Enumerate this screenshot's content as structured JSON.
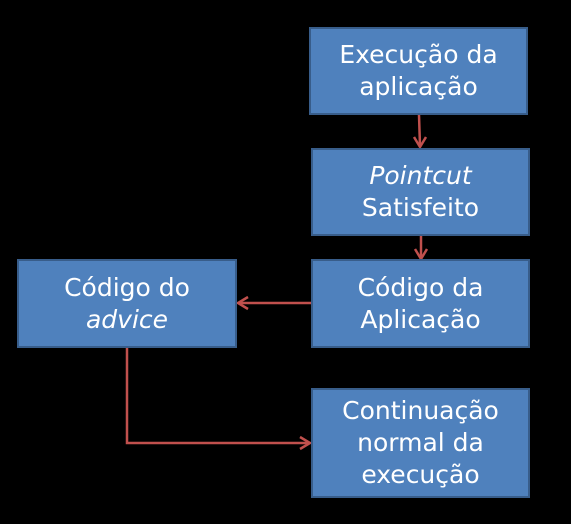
{
  "diagram": {
    "nodes": {
      "execucao": {
        "lines": [
          "Execução da",
          "aplicação"
        ]
      },
      "pointcut": {
        "line1": "Pointcut",
        "line2": "Satisfeito"
      },
      "codigo_aplicacao": {
        "lines": [
          "Código da",
          "Aplicação"
        ]
      },
      "codigo_advice": {
        "line1": "Código do",
        "line2": "advice"
      },
      "continuacao": {
        "lines": [
          "Continuação",
          "normal da",
          "execução"
        ]
      }
    },
    "colors": {
      "box_fill": "#4f81bd",
      "box_border": "#385d8a",
      "text": "#ffffff",
      "connector": "#c0504d",
      "background": "#000000"
    }
  }
}
